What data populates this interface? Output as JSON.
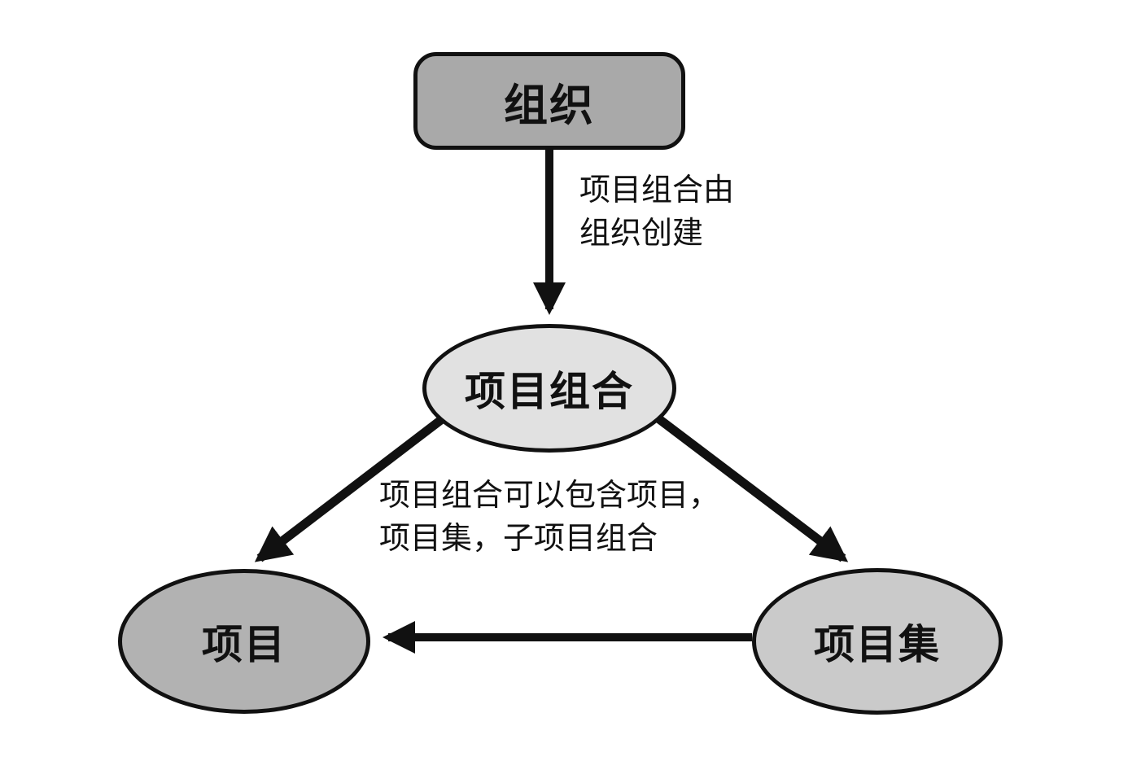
{
  "diagram": {
    "title": "portfolio-organization-relationship-diagram",
    "nodes": {
      "organization": {
        "label": "组织",
        "shape": "rounded-rectangle",
        "fill": "#a9a9a9"
      },
      "portfolio": {
        "label": "项目组合",
        "shape": "ellipse",
        "fill": "#e1e1e1"
      },
      "project": {
        "label": "项目",
        "shape": "ellipse",
        "fill": "#b2b2b2"
      },
      "program": {
        "label": "项目集",
        "shape": "ellipse",
        "fill": "#cacaca"
      }
    },
    "edges": [
      {
        "from": "organization",
        "to": "portfolio",
        "label_line1": "项目组合由",
        "label_line2": "组织创建"
      },
      {
        "from": "portfolio",
        "to": "project",
        "label_line1": "项目组合可以包含项目，",
        "label_line2": "项目集，子项目组合"
      },
      {
        "from": "portfolio",
        "to": "program"
      },
      {
        "from": "program",
        "to": "project"
      }
    ],
    "colors": {
      "stroke": "#111111",
      "background": "#ffffff",
      "organization_fill": "#a9a9a9",
      "portfolio_fill": "#e1e1e1",
      "project_fill": "#b2b2b2",
      "program_fill": "#cacaca"
    }
  }
}
